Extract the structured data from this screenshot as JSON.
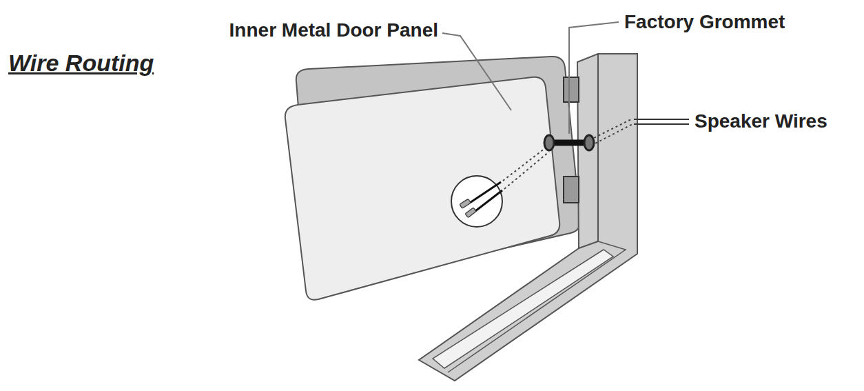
{
  "diagram": {
    "title": "Wire Routing",
    "labels": [
      "Inner Metal Door Panel",
      "Factory Grommet",
      "Speaker Wires"
    ]
  }
}
